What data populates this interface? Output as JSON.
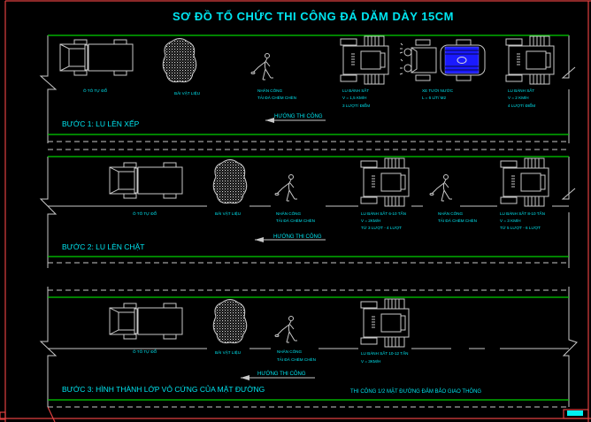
{
  "title": "SƠ ĐỒ TỔ CHỨC THI CÔNG ĐÁ DĂM DÀY 15CM",
  "direction_label": "HƯỚNG THI CÔNG",
  "colors": {
    "text": "#00e5f0",
    "road_edge": "#00d000",
    "line": "#c8c8c8",
    "frame": "#e04040",
    "water_tank": "#1a1aff"
  },
  "steps": [
    {
      "heading": "BƯỚC 1: LU LÈN XẾP",
      "labels": {
        "truck": [
          "Ô TÔ TỰ ĐỔ"
        ],
        "pile": [
          "BÃI VẬT LIỆU"
        ],
        "worker": [
          "NHÂN CÔNG",
          "TẢI ĐÁ CHÈM CHÈN"
        ],
        "roller1": [
          "LU BÁNH SẮT",
          "V = 1,5 KM/H",
          "3 LƯỢT/ ĐIỂM"
        ],
        "tanker": [
          "XE TƯỚI NƯỚC",
          "L = 6 LÍT/ M2"
        ],
        "roller2": [
          "LU BÁNH SẮT",
          "V = 2 KM/H",
          "4 LƯỢT/ ĐIỂM"
        ]
      }
    },
    {
      "heading": "BƯỚC 2: LU LÈN CHẶT",
      "labels": {
        "truck": [
          "Ô TÔ TỰ ĐỔ"
        ],
        "pile": [
          "BÃI VẬT LIỆU"
        ],
        "worker": [
          "NHÂN CÔNG",
          "TẢI ĐÁ CHÈM CHÈN"
        ],
        "roller1": [
          "LU BÁNH SẮT 6-10 TẤN",
          "V = 2KM/H",
          "TỪ 3 LƯỢT - 4 LƯỢT"
        ],
        "worker2": [
          "NHÂN CÔNG",
          "TẢI ĐÁ CHÈM CHÈN"
        ],
        "roller2": [
          "LU BÁNH SẮT 8-10 TẤN",
          "V = 3 KM/H",
          "TỪ 5 LƯỢT - 6 LƯỢT"
        ]
      }
    },
    {
      "heading": "BƯỚC 3: HÌNH THÀNH LỚP VỎ CỨNG CỦA MẶT ĐƯỜNG",
      "note": "THI CÔNG 1/2 MẶT ĐƯỜNG ĐẢM BẢO GIAO THÔNG",
      "labels": {
        "truck": [
          "Ô TÔ TỰ ĐỔ"
        ],
        "pile": [
          "BÃI VẬT LIỆU"
        ],
        "worker": [
          "NHÂN CÔNG",
          "TẢI ĐÁ CHÈM CHÈN"
        ],
        "roller1": [
          "LU BÁNH SẮT 10-12 TẤN",
          "V = 3KM/H"
        ]
      }
    }
  ]
}
